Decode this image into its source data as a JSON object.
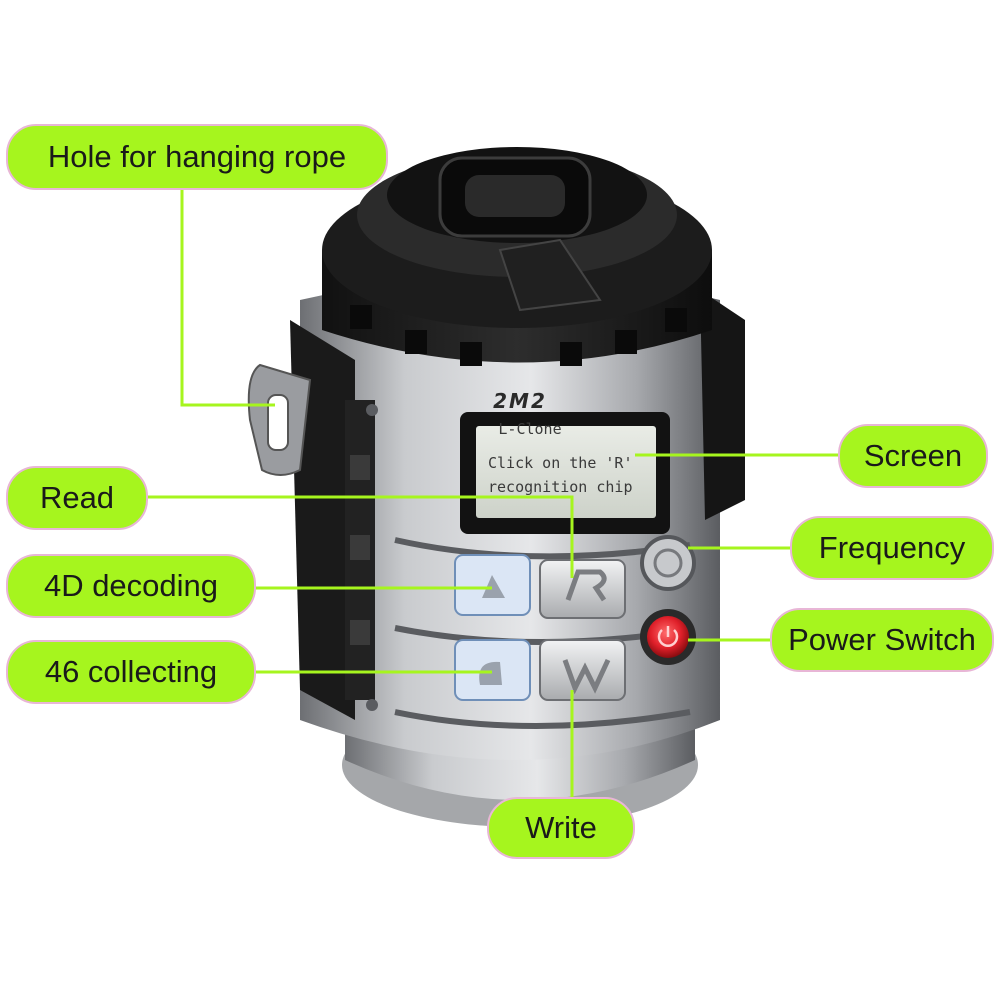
{
  "device": {
    "brand": "2M2",
    "screen_line_1": "L-Clone",
    "screen_line_2": "Click on the 'R'",
    "screen_line_3": "recognition chip"
  },
  "callouts": {
    "hole_for_rope": "Hole for hanging rope",
    "screen": "Screen",
    "read": "Read",
    "frequency": "Frequency",
    "decoding_4d": "4D decoding",
    "power_switch": "Power Switch",
    "collecting_46": "46 collecting",
    "write": "Write"
  },
  "colors": {
    "label_fill": "#a6f51e",
    "label_border": "#e8b6d6",
    "power_button": "#e0202a"
  }
}
